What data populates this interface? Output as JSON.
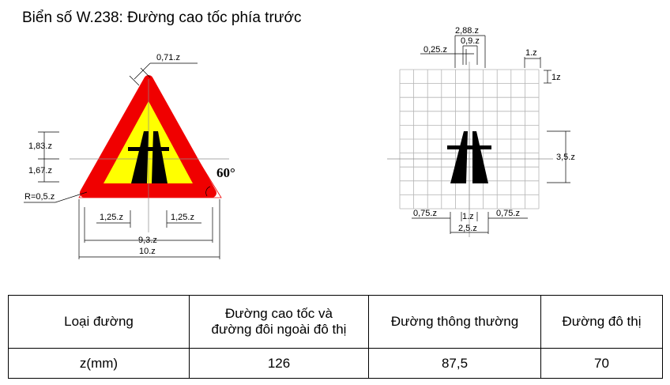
{
  "title": "Biển số W.238: Đường cao tốc phía trước",
  "triangle_dims": {
    "border_width": "0,71.z",
    "upper_height": "1,83.z",
    "lower_height": "1,67.z",
    "radius": "R=0,5.z",
    "angle": "60°",
    "left_offset": "1,25.z",
    "right_offset": "1,25.z",
    "inner_width": "9,3.z",
    "outer_width": "10.z"
  },
  "grid_dims": {
    "total_width": "2,88.z",
    "gap": "0,9.z",
    "rail_width": "0,25.z",
    "cell_width": "1.z",
    "cell_height": "1z",
    "symbol_height": "3,5.z",
    "left_margin": "0,75.z",
    "center_cell": "1.z",
    "right_margin": "0,75.z",
    "base_width": "2,5.z"
  },
  "table": {
    "headers": [
      "Loại đường",
      "Đường cao tốc và\nđường đôi ngoài đô thị",
      "Đường thông thường",
      "Đường đô thị"
    ],
    "row_label": "z(mm)",
    "values": [
      "126",
      "87,5",
      "70"
    ]
  },
  "colors": {
    "border_red": "#f00000",
    "fill_yellow": "#ffff00",
    "symbol": "#000000",
    "grid": "#b4b4b4"
  }
}
